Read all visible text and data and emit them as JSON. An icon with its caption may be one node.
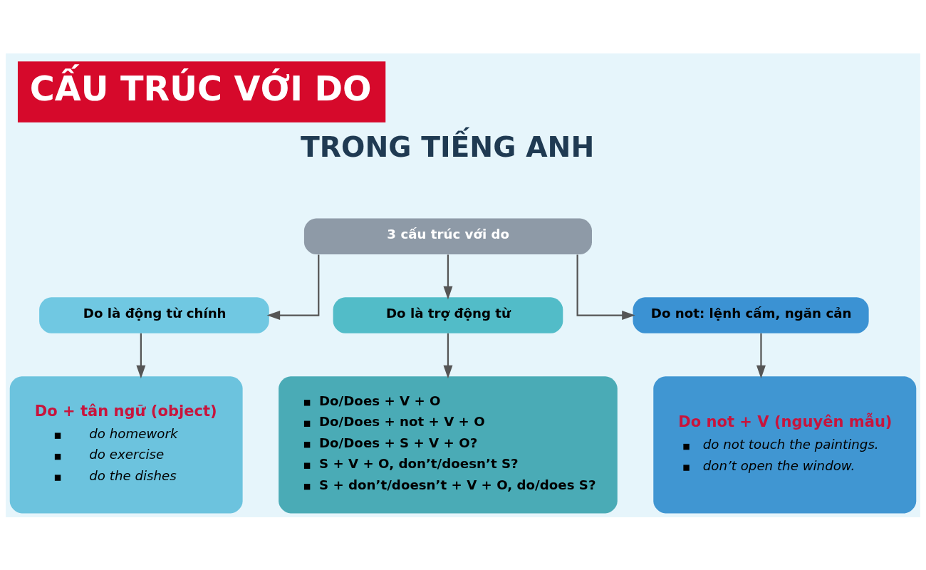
{
  "diagram": {
    "title": "CẤU TRÚC VỚI DO",
    "nodes": [
      {
        "text": [
          "3 cấu trúc với do"
        ]
      },
      {
        "text": [
          "Do là động từ chính"
        ]
      },
      {
        "text": [
          "Do là trợ động từ"
        ]
      },
      {
        "text": [
          "Do not: lệnh cấm, ngăn cản"
        ]
      },
      {
        "text": [
          "Do + tân ngữ (object)",
          "do homework",
          "do exercise",
          "do the dishes"
        ]
      },
      {
        "text": [
          "Do/Does + V + O",
          "Do/Does + not + V + O",
          "Do/Does + S + V + O?",
          "S + V + O, don’t/doesn’t S?",
          "S + don’t/doesn’t + V + O, do/does S?"
        ]
      },
      {
        "text": [
          "Do not + V (nguyên mẫu)",
          "do not touch the paintings.",
          "don’t open the window."
        ]
      }
    ],
    "edges": [
      {
        "from": 0,
        "to": 1,
        "arrow": "to"
      },
      {
        "from": 0,
        "to": 2,
        "arrow": "to"
      },
      {
        "from": 0,
        "to": 3,
        "arrow": "to"
      },
      {
        "from": 1,
        "to": 4,
        "arrow": "to"
      },
      {
        "from": 2,
        "to": 5,
        "arrow": "to"
      },
      {
        "from": 3,
        "to": 6,
        "arrow": "to"
      }
    ],
    "labels": [
      "TRONG TIẾNG ANH"
    ]
  }
}
